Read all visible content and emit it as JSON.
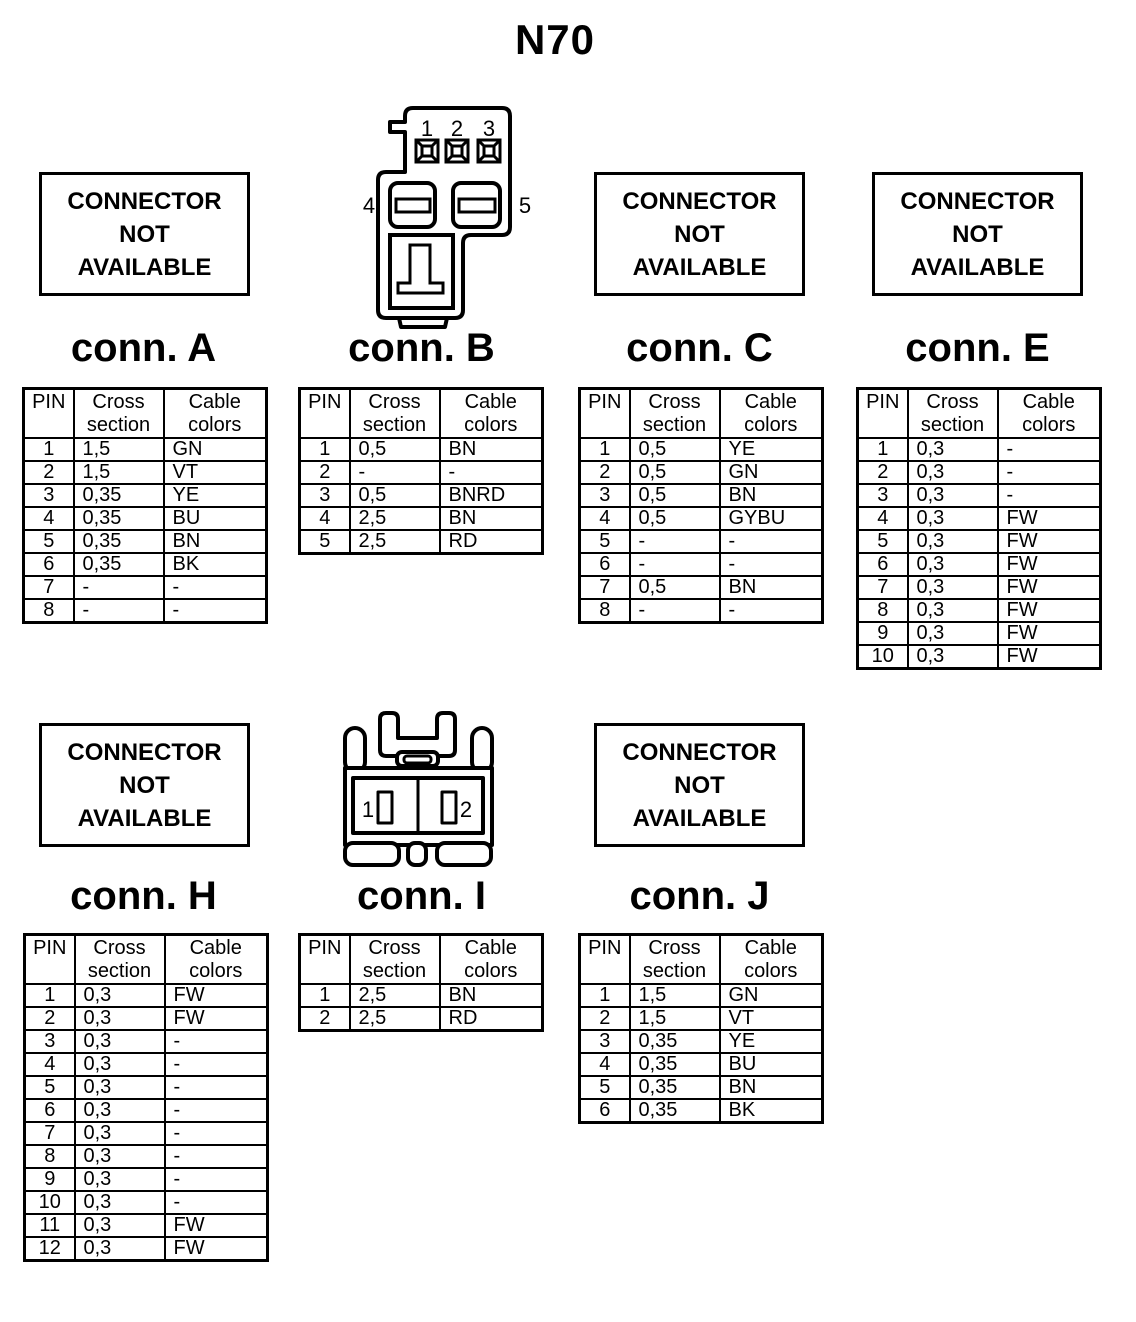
{
  "title": "N70",
  "placeholder": {
    "line1": "CONNECTOR",
    "line2": "NOT",
    "line3": "AVAILABLE"
  },
  "headers": {
    "pin": "PIN",
    "cross": "Cross section",
    "cable": "Cable colors"
  },
  "colors": {
    "ink": "#000000",
    "paper": "#ffffff"
  },
  "connectors": {
    "a": {
      "label": "conn. A",
      "available": false,
      "rows": [
        [
          "1",
          "1,5",
          "GN"
        ],
        [
          "2",
          "1,5",
          "VT"
        ],
        [
          "3",
          "0,35",
          "YE"
        ],
        [
          "4",
          "0,35",
          "BU"
        ],
        [
          "5",
          "0,35",
          "BN"
        ],
        [
          "6",
          "0,35",
          "BK"
        ],
        [
          "7",
          "-",
          "-"
        ],
        [
          "8",
          "-",
          "-"
        ]
      ]
    },
    "b": {
      "label": "conn. B",
      "available": true,
      "pin_labels": {
        "p1": "1",
        "p2": "2",
        "p3": "3",
        "p4": "4",
        "p5": "5"
      },
      "rows": [
        [
          "1",
          "0,5",
          "BN"
        ],
        [
          "2",
          "-",
          "-"
        ],
        [
          "3",
          "0,5",
          "BNRD"
        ],
        [
          "4",
          "2,5",
          "BN"
        ],
        [
          "5",
          "2,5",
          "RD"
        ]
      ]
    },
    "c": {
      "label": "conn. C",
      "available": false,
      "rows": [
        [
          "1",
          "0,5",
          "YE"
        ],
        [
          "2",
          "0,5",
          "GN"
        ],
        [
          "3",
          "0,5",
          "BN"
        ],
        [
          "4",
          "0,5",
          "GYBU"
        ],
        [
          "5",
          "-",
          "-"
        ],
        [
          "6",
          "-",
          "-"
        ],
        [
          "7",
          "0,5",
          "BN"
        ],
        [
          "8",
          "-",
          "-"
        ]
      ]
    },
    "e": {
      "label": "conn. E",
      "available": false,
      "rows": [
        [
          "1",
          "0,3",
          "-"
        ],
        [
          "2",
          "0,3",
          "-"
        ],
        [
          "3",
          "0,3",
          "-"
        ],
        [
          "4",
          "0,3",
          "FW"
        ],
        [
          "5",
          "0,3",
          "FW"
        ],
        [
          "6",
          "0,3",
          "FW"
        ],
        [
          "7",
          "0,3",
          "FW"
        ],
        [
          "8",
          "0,3",
          "FW"
        ],
        [
          "9",
          "0,3",
          "FW"
        ],
        [
          "10",
          "0,3",
          "FW"
        ]
      ]
    },
    "h": {
      "label": "conn. H",
      "available": false,
      "rows": [
        [
          "1",
          "0,3",
          "FW"
        ],
        [
          "2",
          "0,3",
          "FW"
        ],
        [
          "3",
          "0,3",
          "-"
        ],
        [
          "4",
          "0,3",
          "-"
        ],
        [
          "5",
          "0,3",
          "-"
        ],
        [
          "6",
          "0,3",
          "-"
        ],
        [
          "7",
          "0,3",
          "-"
        ],
        [
          "8",
          "0,3",
          "-"
        ],
        [
          "9",
          "0,3",
          "-"
        ],
        [
          "10",
          "0,3",
          "-"
        ],
        [
          "11",
          "0,3",
          "FW"
        ],
        [
          "12",
          "0,3",
          "FW"
        ]
      ]
    },
    "i": {
      "label": "conn. I",
      "available": true,
      "pin_labels": {
        "p1": "1",
        "p2": "2"
      },
      "rows": [
        [
          "1",
          "2,5",
          "BN"
        ],
        [
          "2",
          "2,5",
          "RD"
        ]
      ]
    },
    "j": {
      "label": "conn. J",
      "available": false,
      "rows": [
        [
          "1",
          "1,5",
          "GN"
        ],
        [
          "2",
          "1,5",
          "VT"
        ],
        [
          "3",
          "0,35",
          "YE"
        ],
        [
          "4",
          "0,35",
          "BU"
        ],
        [
          "5",
          "0,35",
          "BN"
        ],
        [
          "6",
          "0,35",
          "BK"
        ]
      ]
    }
  }
}
